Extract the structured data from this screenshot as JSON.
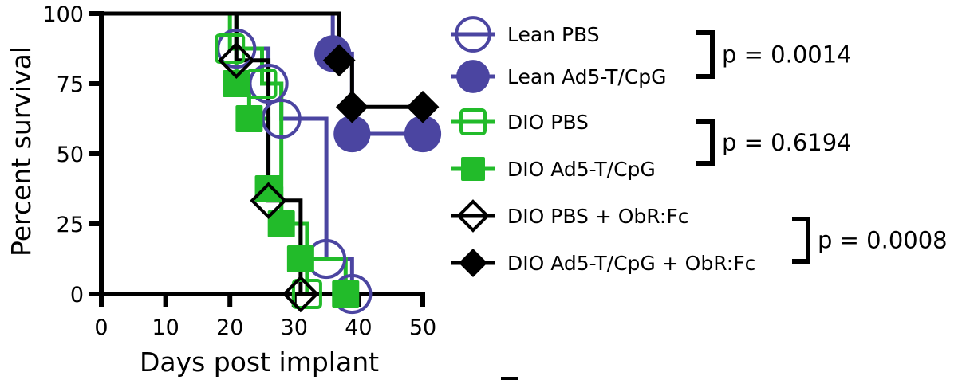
{
  "chart_data": {
    "type": "line",
    "subtype": "kaplan-meier-survival",
    "title": "",
    "xlabel": "Days post implant",
    "ylabel": "Percent survival",
    "xlim": [
      0,
      50
    ],
    "ylim": [
      0,
      100
    ],
    "xticks": [
      0,
      10,
      20,
      30,
      40,
      50
    ],
    "yticks": [
      0,
      25,
      50,
      75,
      100
    ],
    "grid": false,
    "legend_position": "right",
    "series": [
      {
        "name": "Lean PBS",
        "color": "#4B45A1",
        "marker": "circle-open",
        "steps": [
          [
            0,
            100
          ],
          [
            21,
            87.5
          ],
          [
            26,
            75
          ],
          [
            28,
            62.5
          ],
          [
            35,
            12.5
          ],
          [
            39,
            0
          ]
        ],
        "markers": [
          [
            21,
            87.5
          ],
          [
            26,
            75
          ],
          [
            28,
            62.5
          ],
          [
            35,
            12.5
          ],
          [
            39,
            0
          ]
        ],
        "end_day": 39
      },
      {
        "name": "Lean Ad5-T/CpG",
        "color": "#4B45A1",
        "marker": "circle-filled",
        "steps": [
          [
            0,
            100
          ],
          [
            36,
            85.7
          ],
          [
            39,
            57.1
          ]
        ],
        "markers": [
          [
            36,
            85.7
          ],
          [
            39,
            57.1
          ],
          [
            50,
            57.1
          ]
        ],
        "end_day": 50
      },
      {
        "name": "DIO PBS",
        "color": "#22BB2A",
        "marker": "square-open",
        "steps": [
          [
            0,
            100
          ],
          [
            20,
            87.5
          ],
          [
            25,
            75
          ],
          [
            28,
            25
          ],
          [
            32,
            0
          ]
        ],
        "markers": [
          [
            20,
            87.5
          ],
          [
            25,
            75
          ],
          [
            32,
            0
          ]
        ],
        "end_day": 32
      },
      {
        "name": "DIO Ad5-T/CpG",
        "color": "#22BB2A",
        "marker": "square-filled",
        "steps": [
          [
            0,
            100
          ],
          [
            21,
            75
          ],
          [
            23,
            62.5
          ],
          [
            26,
            37.5
          ],
          [
            28,
            25
          ],
          [
            31,
            12.5
          ],
          [
            38,
            0
          ]
        ],
        "markers": [
          [
            21,
            75
          ],
          [
            23,
            62.5
          ],
          [
            26,
            37.5
          ],
          [
            28,
            25
          ],
          [
            31,
            12.5
          ],
          [
            38,
            0
          ]
        ],
        "end_day": 38
      },
      {
        "name": "DIO PBS + ObR:Fc",
        "color": "#000000",
        "marker": "diamond-open",
        "steps": [
          [
            0,
            100
          ],
          [
            21,
            83.3
          ],
          [
            26,
            33.3
          ],
          [
            31,
            0
          ]
        ],
        "markers": [
          [
            21,
            83.3
          ],
          [
            26,
            33.3
          ],
          [
            31,
            0
          ]
        ],
        "end_day": 31
      },
      {
        "name": "DIO Ad5-T/CpG + ObR:Fc",
        "color": "#000000",
        "marker": "diamond-filled",
        "steps": [
          [
            0,
            100
          ],
          [
            37,
            83.3
          ],
          [
            39,
            66.7
          ]
        ],
        "markers": [
          [
            37,
            83.3
          ],
          [
            39,
            66.7
          ],
          [
            50,
            66.7
          ]
        ],
        "end_day": 50
      }
    ],
    "comparisons": [
      {
        "groups": [
          "Lean PBS",
          "Lean Ad5-T/CpG"
        ],
        "label": "p = 0.0014"
      },
      {
        "groups": [
          "DIO PBS",
          "DIO Ad5-T/CpG"
        ],
        "label": "p = 0.6194"
      },
      {
        "groups": [
          "DIO PBS + ObR:Fc",
          "DIO Ad5-T/CpG + ObR:Fc"
        ],
        "label": "p = 0.0008"
      }
    ]
  }
}
